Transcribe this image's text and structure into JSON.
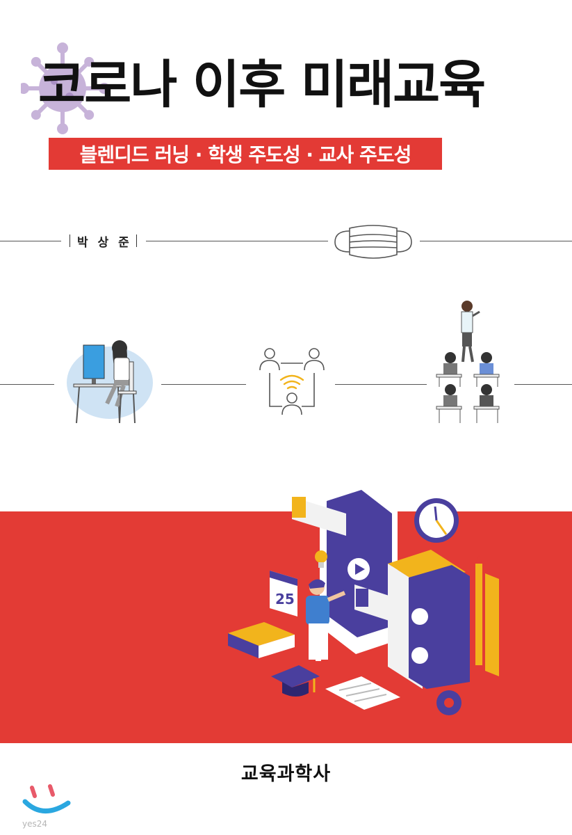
{
  "cover": {
    "title": "코로나 이후 미래교육",
    "subtitle": "블렌디드 러닝 · 학생 주도성 · 교사 주도성",
    "author": "박 상 준",
    "publisher": "교육과학사",
    "logo_text": "yes24"
  },
  "colors": {
    "accent_red": "#e33a35",
    "virus_purple": "#c7b3d9",
    "illustration_blue": "#4a3f9e",
    "illustration_yellow": "#f2b41c"
  },
  "icons": {
    "virus": "virus-icon",
    "mask": "face-mask-icon",
    "online_learning": "student-at-computer-illustration",
    "blended": "connected-people-wifi-icon",
    "classroom": "teacher-and-students-illustration",
    "education_scene": "digital-education-isometric-illustration",
    "logo": "smiley-logo-icon"
  }
}
